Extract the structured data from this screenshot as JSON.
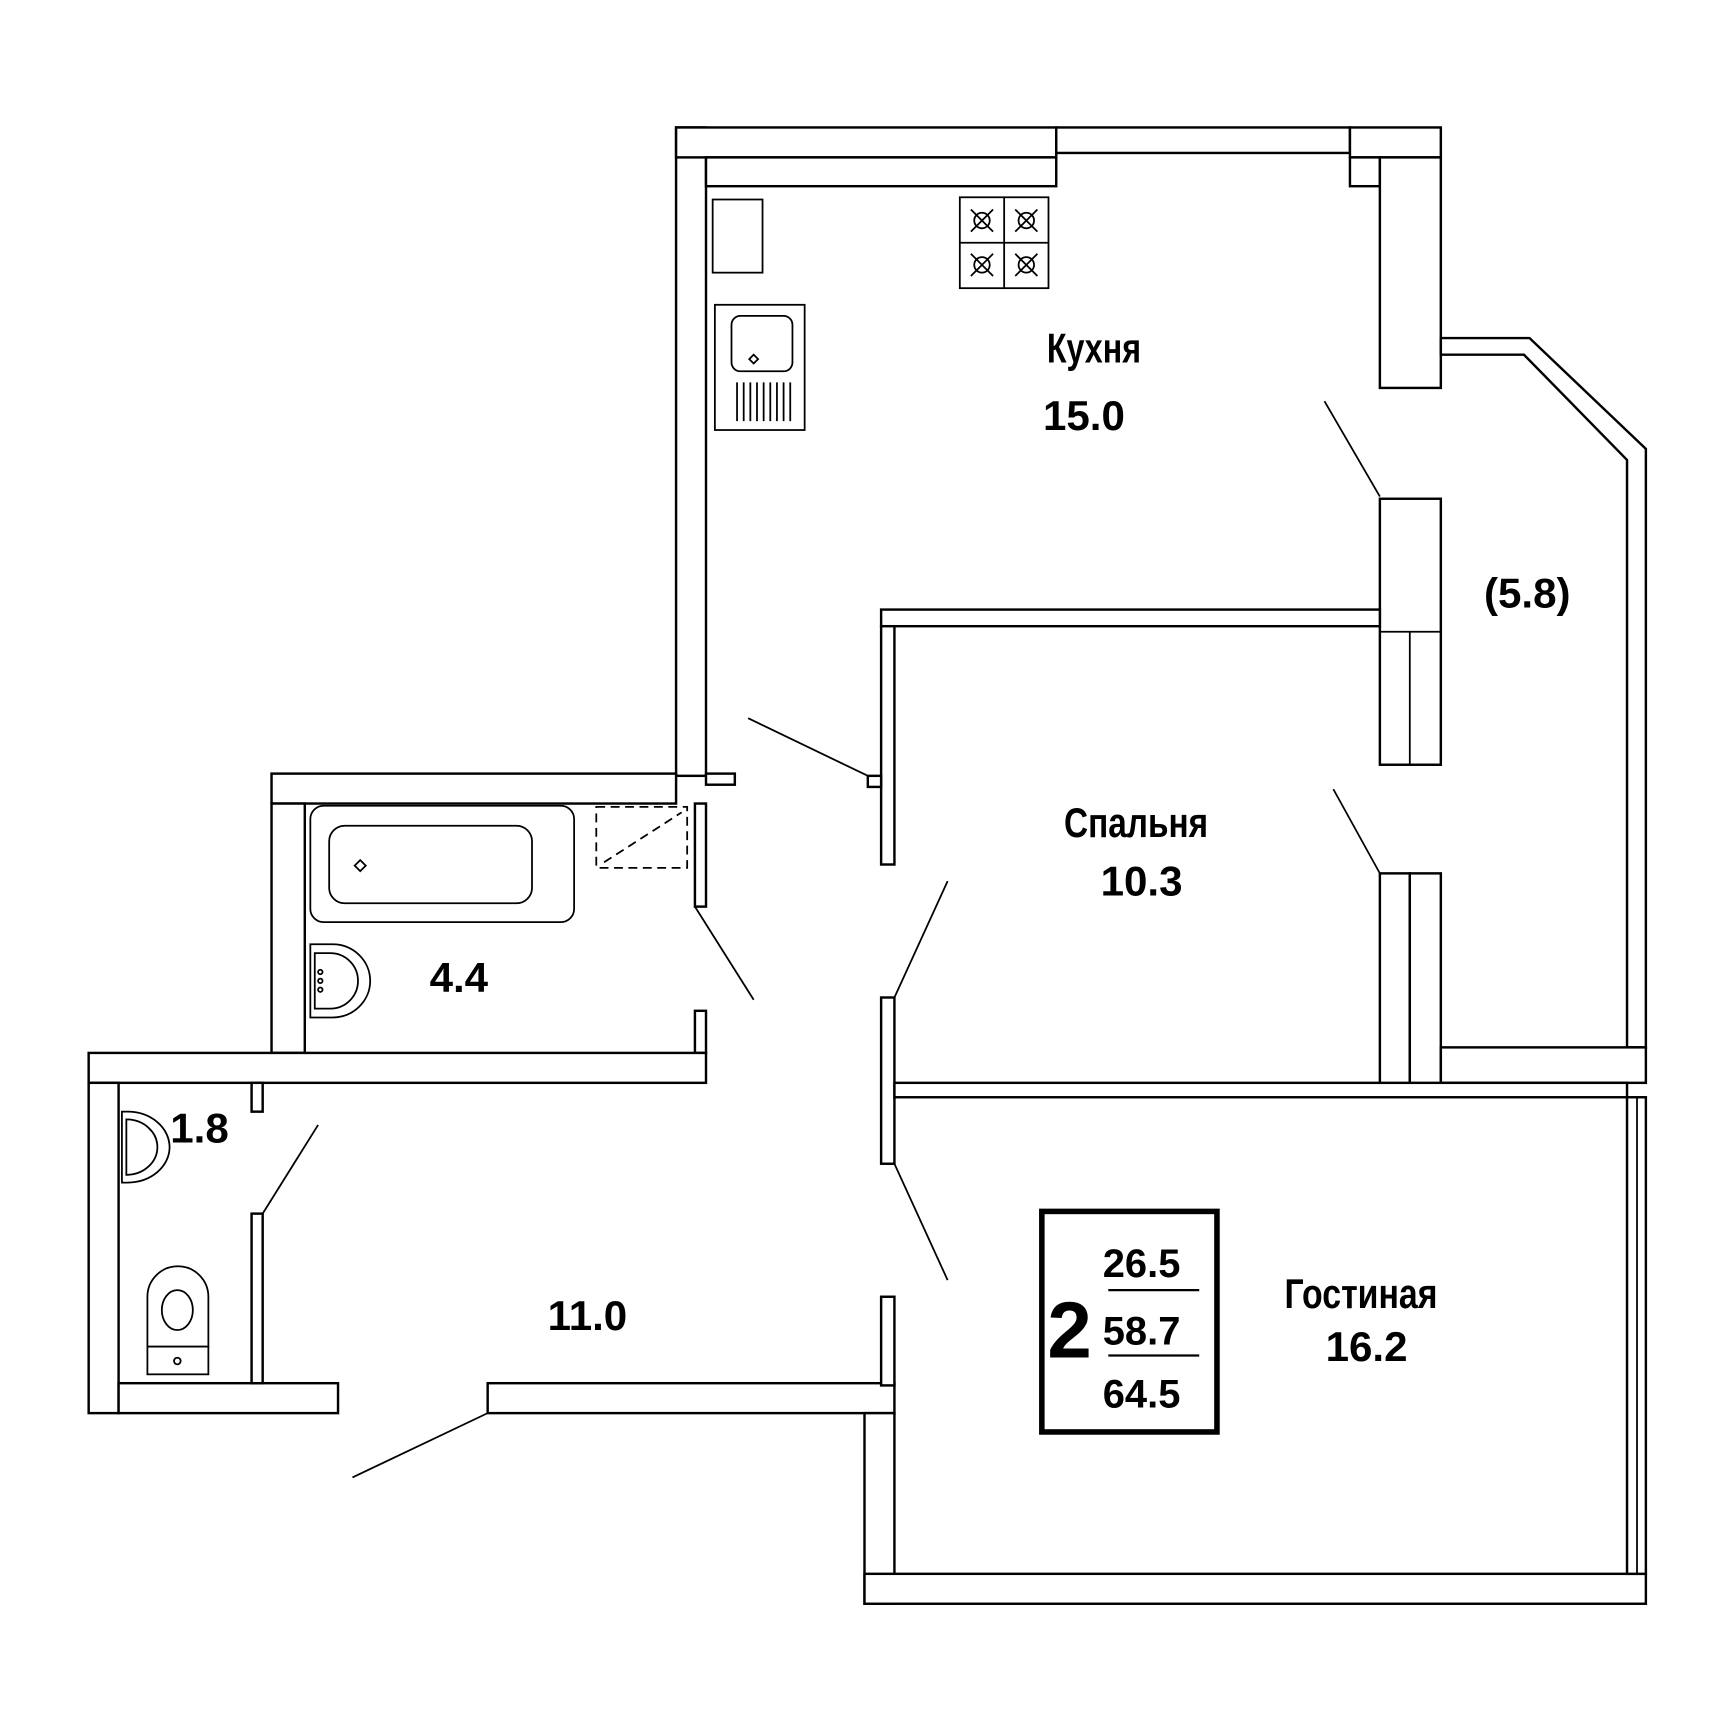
{
  "rooms": {
    "kitchen": {
      "name": "Кухня",
      "area": "15.0"
    },
    "balcony": {
      "area": "(5.8)"
    },
    "bedroom": {
      "name": "Спальня",
      "area": "10.3"
    },
    "bathroom": {
      "area": "4.4"
    },
    "wc": {
      "area": "1.8"
    },
    "hall": {
      "area": "11.0"
    },
    "living": {
      "name": "Гостиная",
      "area": "16.2"
    }
  },
  "summary": {
    "rooms_count": "2",
    "living_area": "26.5",
    "total_area": "58.7",
    "total_with_balcony": "64.5"
  }
}
